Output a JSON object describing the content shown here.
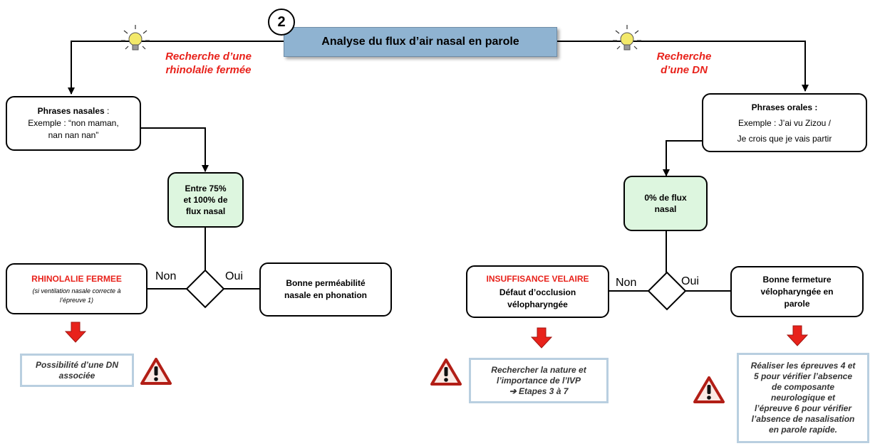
{
  "step_number": "2",
  "title": "Analyse du flux d’air nasal en parole",
  "left": {
    "search_label_1": "Recherche d’une",
    "search_label_2": "rhinolalie fermée",
    "phrases_title": "Phrases nasales",
    "phrases_colon": " :",
    "phrases_example_1": "Exemple : “non maman,",
    "phrases_example_2": "nan nan nan”",
    "flux_line_1": "Entre 75%",
    "flux_line_2": "et 100% de",
    "flux_line_3": "flux nasal",
    "no_label": "Non",
    "yes_label": "Oui",
    "outcome_no_title": "RHINOLALIE FERMEE",
    "outcome_no_note_1": "(si ventilation nasale correcte à",
    "outcome_no_note_2": "l’épreuve 1)",
    "outcome_yes_1": "Bonne perméabilité",
    "outcome_yes_2": "nasale en phonation",
    "advice_1": "Possibilité d’une DN",
    "advice_2": "associée"
  },
  "right": {
    "search_label_1": "Recherche",
    "search_label_2": "d’une DN",
    "phrases_title": "Phrases orales :",
    "phrases_example_1": "Exemple : J’ai vu Zizou /",
    "phrases_example_2": "Je crois que je vais partir",
    "flux_line_1": "0% de flux",
    "flux_line_2": "nasal",
    "no_label": "Non",
    "yes_label": "Oui",
    "outcome_no_title": "INSUFFISANCE VELAIRE",
    "outcome_no_1": "Défaut d’occlusion",
    "outcome_no_2": "vélopharyngée",
    "outcome_yes_1": "Bonne fermeture",
    "outcome_yes_2": "vélopharyngée en",
    "outcome_yes_3": "parole",
    "advice_no_1": "Rechercher la nature et",
    "advice_no_2": "l’importance de l’IVP",
    "advice_no_3": "➔ Etapes 3 à 7",
    "advice_yes_1": "Réaliser les épreuves 4 et",
    "advice_yes_2": "5 pour vérifier l’absence",
    "advice_yes_3": "de composante",
    "advice_yes_4": "neurologique et",
    "advice_yes_5": "l’épreuve 6 pour vérifier",
    "advice_yes_6": "l’absence de nasalisation",
    "advice_yes_7": "en parole rapide."
  },
  "colors": {
    "title_fill": "#8fb3d1",
    "flux_fill": "#ddf6df",
    "note_border": "#b9cfe0",
    "accent_red": "#e8221b",
    "bulb_yellow": "#f3e96a"
  },
  "icons": [
    "lightbulb-icon",
    "warning-icon",
    "down-arrow-icon"
  ]
}
